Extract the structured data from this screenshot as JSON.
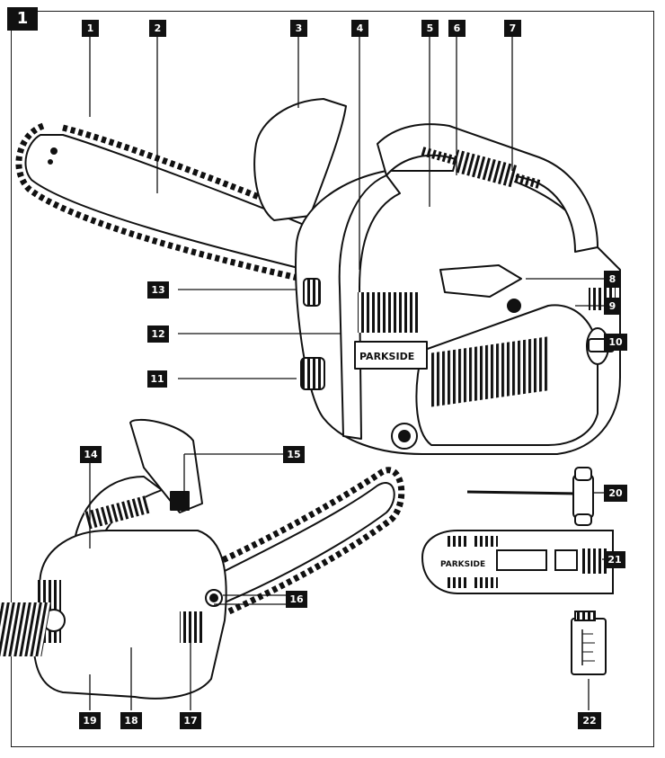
{
  "figure": {
    "number": "1"
  },
  "callouts": [
    "1",
    "2",
    "3",
    "4",
    "5",
    "6",
    "7",
    "8",
    "9",
    "10",
    "11",
    "12",
    "13",
    "14",
    "15",
    "16",
    "17",
    "18",
    "19",
    "20",
    "21",
    "22"
  ],
  "brand": {
    "name": "PARKSIDE",
    "logo_glyph": "//"
  },
  "colors": {
    "ink": "#111111",
    "line": "#1a1a1a",
    "background": "#ffffff"
  }
}
